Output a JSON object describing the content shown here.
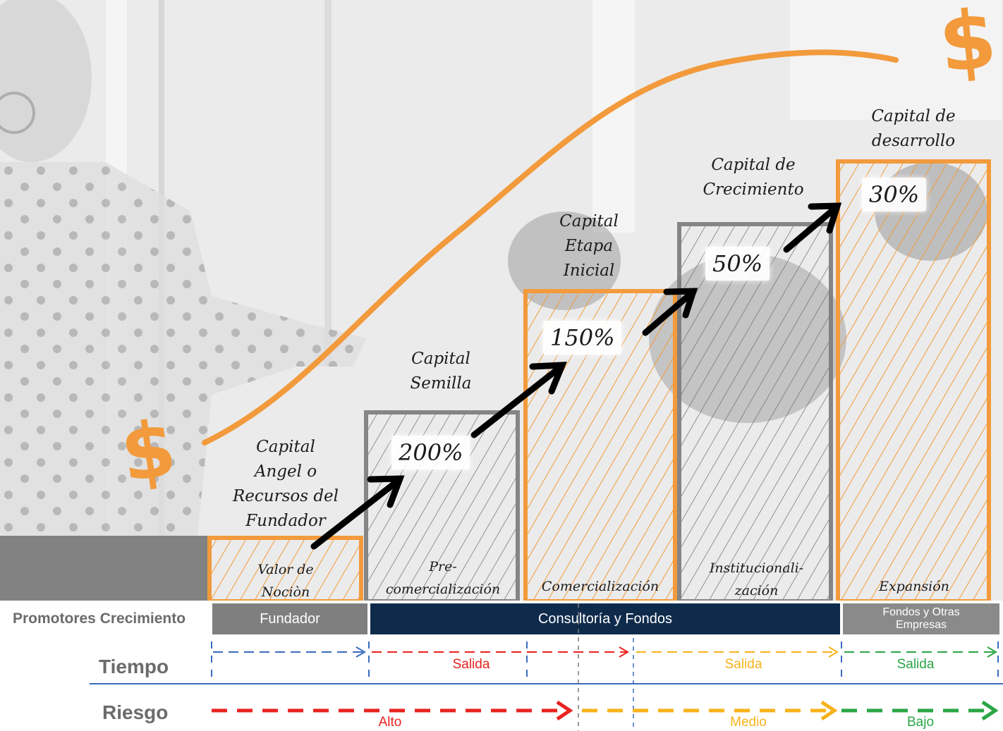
{
  "stages": [
    {
      "title": "Capital\nAngel o\nRecursos del\nFundador",
      "phase": "Valor de\nNociòn"
    },
    {
      "title": "Capital\nSemilla",
      "phase": "Pre-\ncomercialización",
      "pct": "200%"
    },
    {
      "title": "Capital\nEtapa\nInicial",
      "phase": "Comercialización",
      "pct": "150%"
    },
    {
      "title": "Capital de\nCrecimiento",
      "phase": "Institucionali-\nzación",
      "pct": "50%"
    },
    {
      "title": "Capital de\ndesarrollo",
      "phase": "Expansión",
      "pct": "30%"
    }
  ],
  "dollar_symbol": "$",
  "promoters": {
    "label": "Promotores Crecimiento",
    "segments": [
      "Fundador",
      "Consultoría y Fondos",
      "Fondos y Otras\nEmpresas"
    ]
  },
  "tiempo": {
    "label": "Tiempo",
    "exits": [
      "Salida",
      "Salida",
      "Salida"
    ]
  },
  "riesgo": {
    "label": "Riesgo",
    "levels": [
      "Alto",
      "Medio",
      "Bajo"
    ]
  },
  "colors": {
    "orange": "#f29a3c",
    "dark_gray": "#7a7a7a",
    "navy": "#0f2b4c",
    "seg_gray": "#7f7f7f",
    "red": "#e8231f",
    "yellow": "#f7b21b",
    "green": "#2aa545",
    "blue": "#3a6bc0"
  }
}
